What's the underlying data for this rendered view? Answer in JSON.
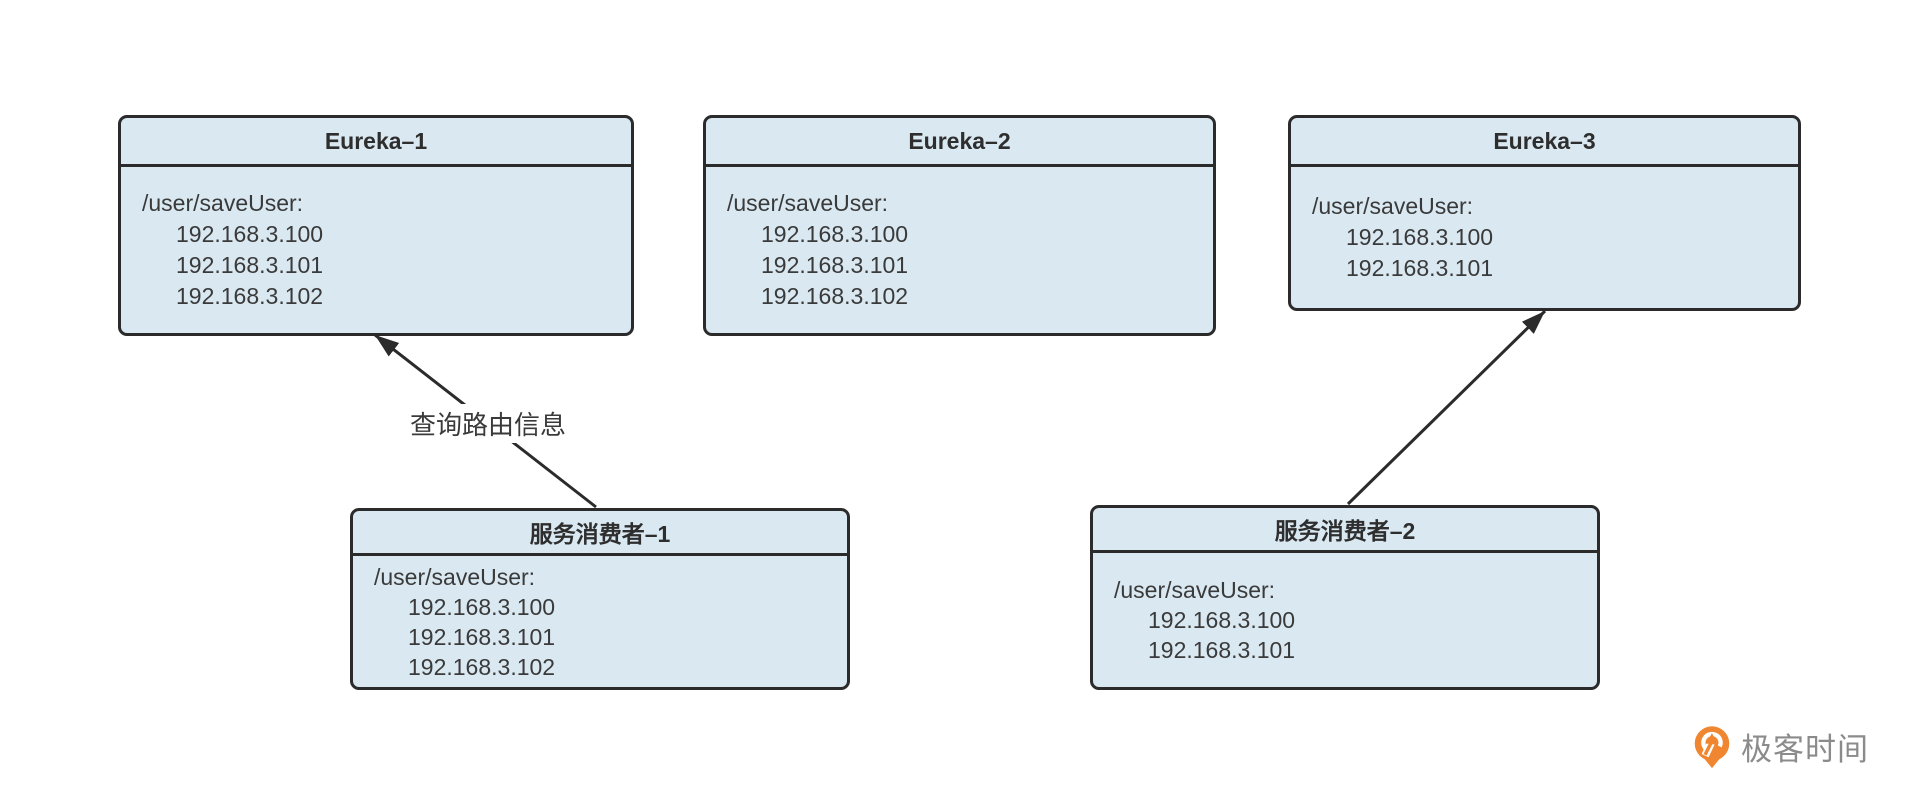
{
  "nodes": [
    {
      "title": "Eureka–1",
      "path": "/user/saveUser:",
      "ips": [
        "192.168.3.100",
        "192.168.3.101",
        "192.168.3.102"
      ]
    },
    {
      "title": "Eureka–2",
      "path": "/user/saveUser:",
      "ips": [
        "192.168.3.100",
        "192.168.3.101",
        "192.168.3.102"
      ]
    },
    {
      "title": "Eureka–3",
      "path": "/user/saveUser:",
      "ips": [
        "192.168.3.100",
        "192.168.3.101"
      ]
    },
    {
      "title": "服务消费者–1",
      "path": "/user/saveUser:",
      "ips": [
        "192.168.3.100",
        "192.168.3.101",
        "192.168.3.102"
      ]
    },
    {
      "title": "服务消费者–2",
      "path": "/user/saveUser:",
      "ips": [
        "192.168.3.100",
        "192.168.3.101"
      ]
    }
  ],
  "edges": [
    {
      "from": "服务消费者–1",
      "to": "Eureka–1",
      "label": "查询路由信息"
    },
    {
      "from": "服务消费者–2",
      "to": "Eureka–3",
      "label": ""
    }
  ],
  "logo": {
    "text": "极客时间",
    "icon": "geektime-pin-icon"
  },
  "colors": {
    "node_fill": "#d9e8f1",
    "node_border": "#2b2b2b",
    "arrow": "#2b2b2b",
    "body_text": "#3a3a3a",
    "logo_orange": "#f0862f",
    "logo_gray": "#8b8b8b"
  }
}
